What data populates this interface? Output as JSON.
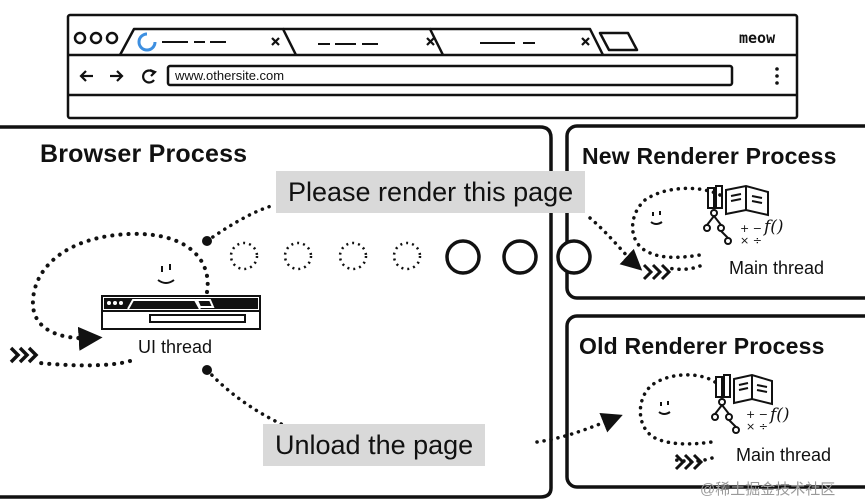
{
  "browser": {
    "brand": "meow",
    "address": "www.othersite.com",
    "tabs": [
      {
        "name": "tab-loading"
      },
      {
        "name": "tab-2"
      },
      {
        "name": "tab-3"
      }
    ]
  },
  "processes": {
    "browser": {
      "title": "Browser Process",
      "thread": "UI thread"
    },
    "new_renderer": {
      "title": "New Renderer Process",
      "thread": "Main thread"
    },
    "old_renderer": {
      "title": "Old Renderer Process",
      "thread": "Main thread"
    }
  },
  "messages": {
    "render": "Please render this page",
    "unload": "Unload the page"
  },
  "watermark": "@稀土掘金技术社区",
  "colors": {
    "line": "#111111",
    "callout": "#d9d9d9",
    "spinner": "#3d8fe0"
  }
}
